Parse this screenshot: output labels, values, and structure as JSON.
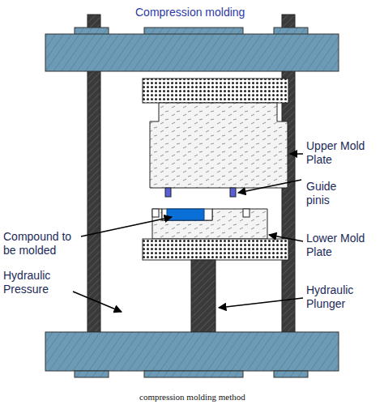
{
  "diagram": {
    "title": "Compression molding",
    "caption": "compression molding method",
    "labels": [
      "Upper Mold Plate",
      "Guide pinis",
      "Compound to be molded",
      "Lower Mold Plate",
      "Hydraulic Pressure",
      "Hydraulic Plunger"
    ]
  }
}
